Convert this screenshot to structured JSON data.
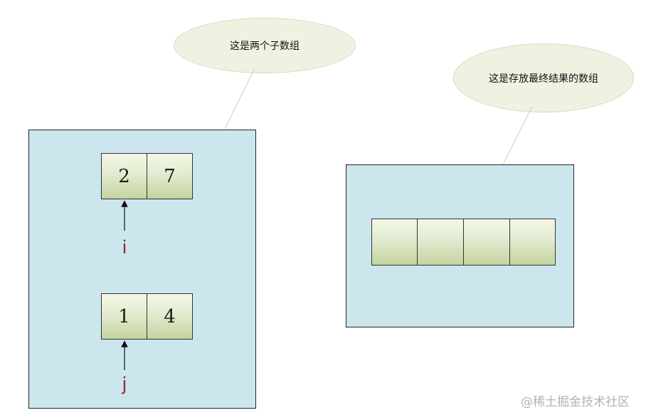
{
  "callouts": {
    "sub_arrays": "这是两个子数组",
    "result_array": "这是存放最终结果的数组"
  },
  "sub_arrays": [
    {
      "values": [
        "2",
        "7"
      ],
      "pointer": "i"
    },
    {
      "values": [
        "1",
        "4"
      ],
      "pointer": "j"
    }
  ],
  "result_array": {
    "values": [
      "",
      "",
      "",
      ""
    ]
  },
  "colors": {
    "panel": "#cce6ee",
    "cell": "#e2ebcf",
    "pointer_label": "#9b2a2a",
    "bubble": "#edf3e0"
  },
  "watermark": "@稀土掘金技术社区"
}
